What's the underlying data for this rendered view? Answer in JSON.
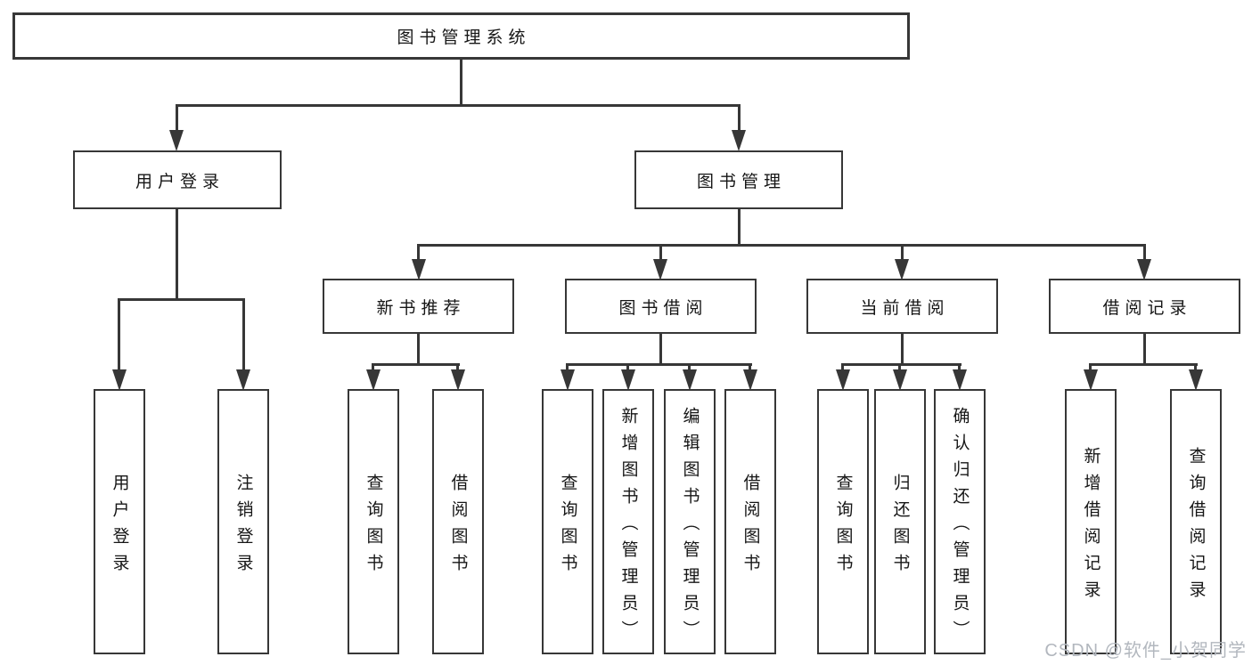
{
  "diagram": {
    "root": "图书管理系统",
    "level2": [
      "用户登录",
      "图书管理"
    ],
    "level3": [
      "新书推荐",
      "图书借阅",
      "当前借阅",
      "借阅记录"
    ],
    "leaves": {
      "user_login": [
        "用户登录",
        "注销登录"
      ],
      "new_book": [
        "查询图书",
        "借阅图书"
      ],
      "book_borrow": [
        "查询图书",
        "新增图书（管理员）",
        "编辑图书（管理员）",
        "借阅图书"
      ],
      "current_borrow": [
        "查询图书",
        "归还图书",
        "确认归还（管理员）"
      ],
      "borrow_record": [
        "新增借阅记录",
        "查询借阅记录"
      ]
    }
  },
  "watermark": "CSDN @软件_小贺同学",
  "colors": {
    "line": "#373737",
    "text": "#161616",
    "watermark": "#b2b7be",
    "background": "#ffffff"
  }
}
